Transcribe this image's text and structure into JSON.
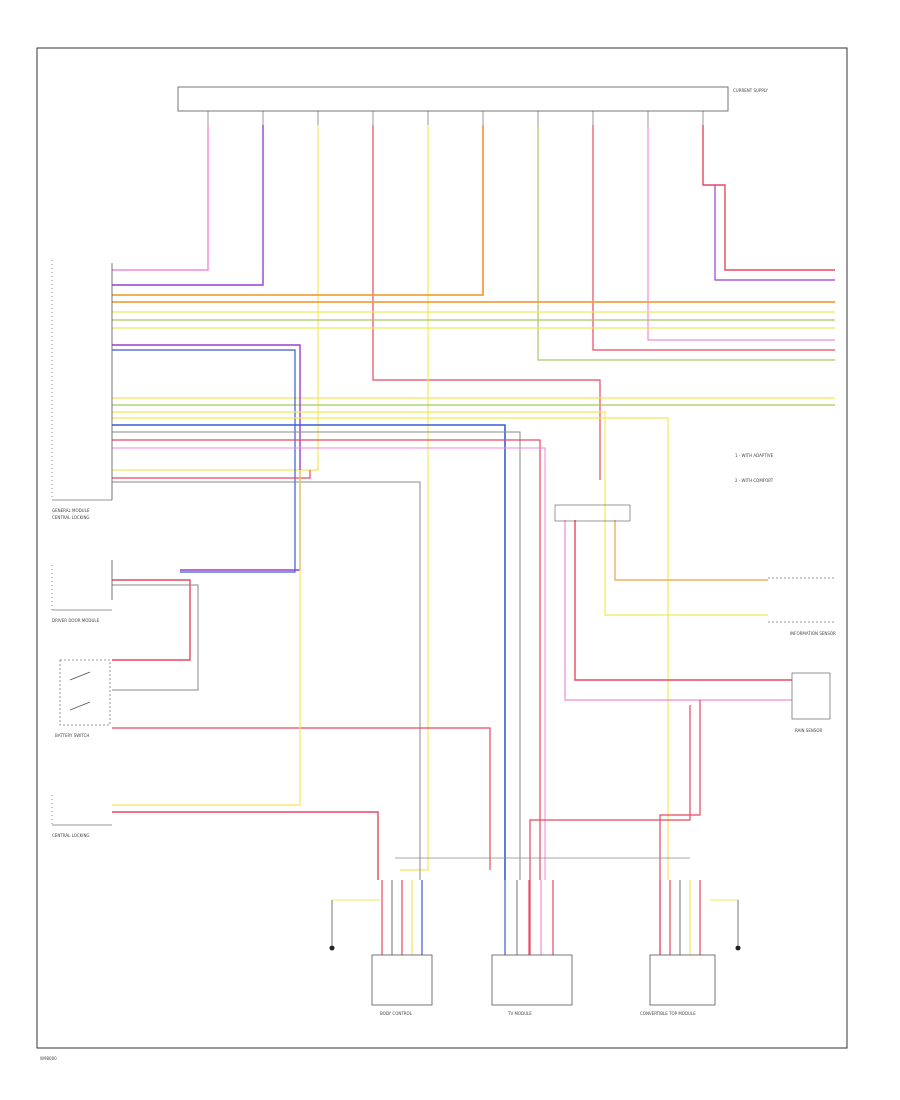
{
  "labels": {
    "fuse_relay_box": "CURRENT SUPPLY",
    "module_left": "GENERAL MODULE",
    "module_left_2": "CENTRAL LOCKING",
    "door_mod": "DRIVER DOOR MODULE",
    "switch": "BATTERY SWITCH",
    "lock_unit": "CENTRAL LOCKING",
    "bottom_1": "BODY CONTROL",
    "bottom_2": "TV MODULE",
    "bottom_3": "CONVERTIBLE TOP MODULE",
    "right_comp_1": "INFORMATION SENSOR",
    "right_comp_2": "RAIN SENSOR",
    "legend_1": "1 - WITH ADAPTIVE",
    "legend_2": "2 - WITH COMFORT",
    "footer": "W98000"
  },
  "colors": {
    "pink": "#f08ad8",
    "purple": "#9a3fd0",
    "yellow": "#f2e85a",
    "orange": "#f2a040",
    "red": "#e84860",
    "blue": "#3a5bd8",
    "green": "#a8c860",
    "gray": "#8a8a8a",
    "black": "#222222"
  }
}
